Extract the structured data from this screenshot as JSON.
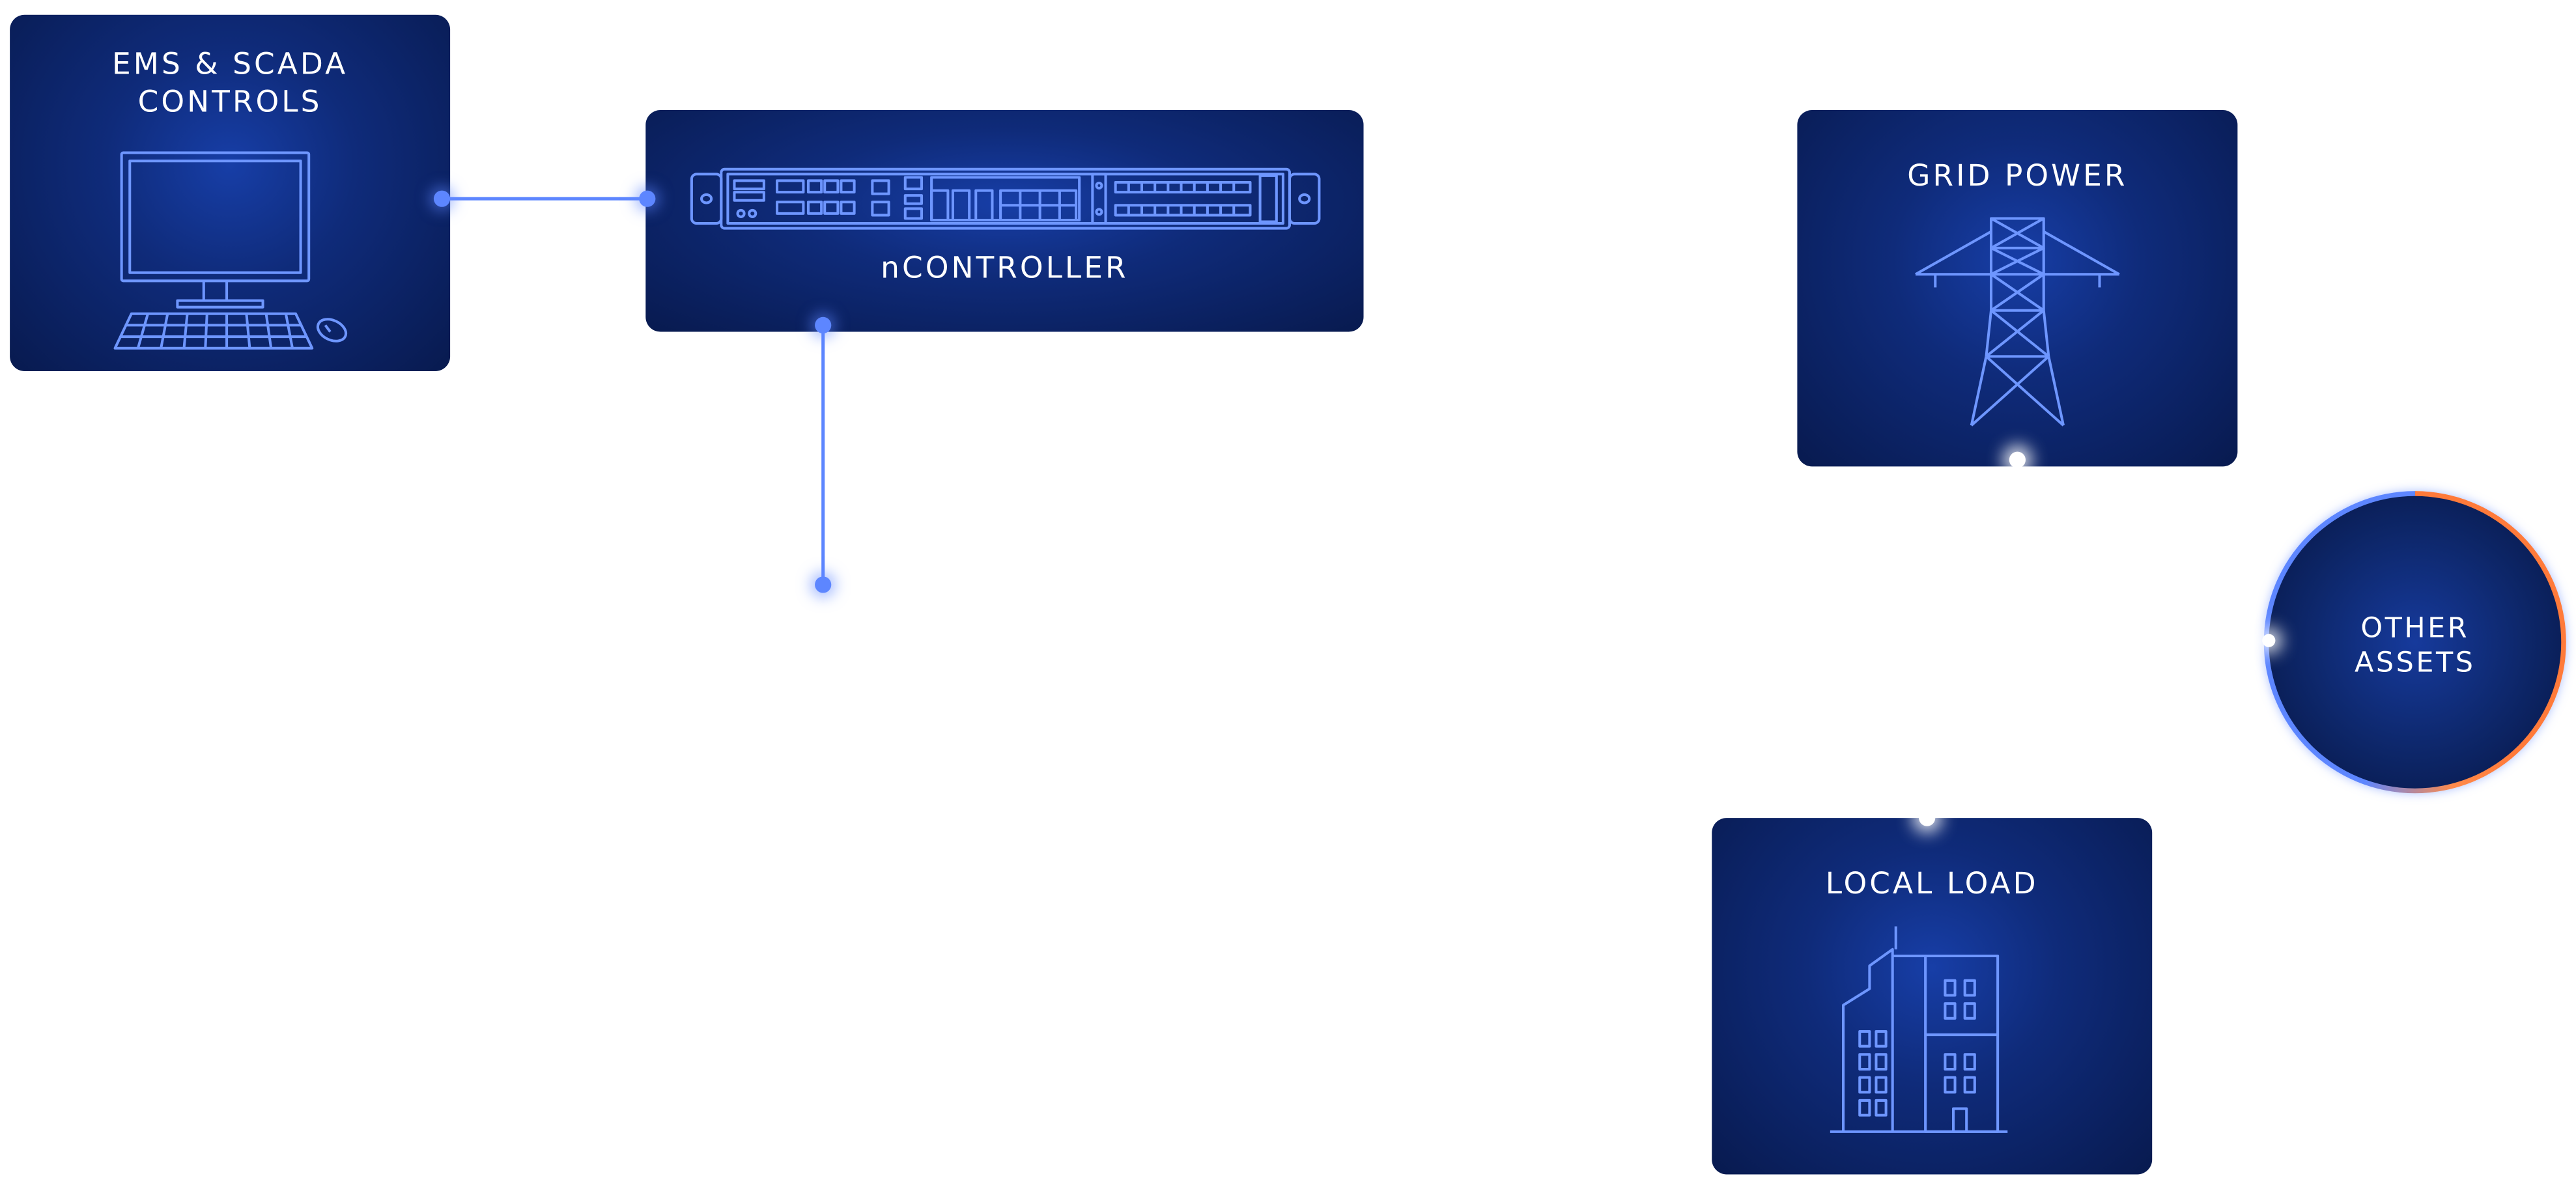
{
  "nodes": {
    "ems": {
      "title_line1": "EMS & SCADA",
      "title_line2": "CONTROLS",
      "icon": "computer-icon"
    },
    "controller": {
      "title": "nCONTROLLER",
      "icon": "server-rack-icon"
    },
    "grid": {
      "title": "GRID POWER",
      "icon": "transmission-tower-icon"
    },
    "other": {
      "title_line1": "OTHER",
      "title_line2": "ASSETS"
    },
    "load": {
      "title": "LOCAL LOAD",
      "icon": "buildings-icon"
    }
  },
  "colors": {
    "card_dark": "#081a4f",
    "card_glow": "#173ea7",
    "line": "#5d86ff",
    "icon_stroke": "#6e96ff",
    "accent_orange": "#ff7a3a",
    "text": "#ffffff"
  }
}
